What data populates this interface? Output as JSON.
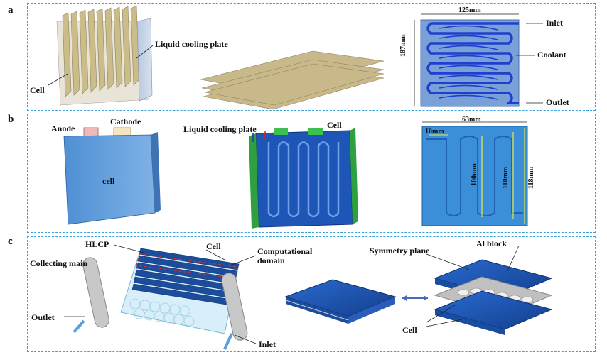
{
  "panels": {
    "a": {
      "letter": "a",
      "labels": {
        "liquid_cooling_plate": "Liquid cooling plate",
        "cell": "Cell",
        "width": "125mm",
        "height": "187mm",
        "inlet": "Inlet",
        "coolant": "Coolant",
        "outlet": "Outlet"
      }
    },
    "b": {
      "letter": "b",
      "labels": {
        "anode": "Anode",
        "cathode": "Cathode",
        "cell_body": "cell",
        "liquid_cooling_plate": "Liquid cooling plate",
        "cell": "Cell",
        "width": "63mm",
        "channel_width": "10mm",
        "dim_100": "100mm",
        "dim_110": "110mm",
        "dim_118": "118mm"
      }
    },
    "c": {
      "letter": "c",
      "labels": {
        "hlcp": "HLCP",
        "cell": "Cell",
        "computational_domain": "Computational domain",
        "collecting_main": "Collecting main",
        "outlet": "Outlet",
        "inlet": "Inlet",
        "symmetry_plane": "Symmetry plane",
        "al_block": "Al block",
        "cell2": "Cell"
      }
    }
  },
  "colors": {
    "panel_border": "#3aa0d8",
    "cell_blue": "#5b9bd5",
    "plate_tan": "#c9b98a",
    "channel_blue": "#1f3fd0",
    "deep_blue": "#1b4fa8"
  }
}
